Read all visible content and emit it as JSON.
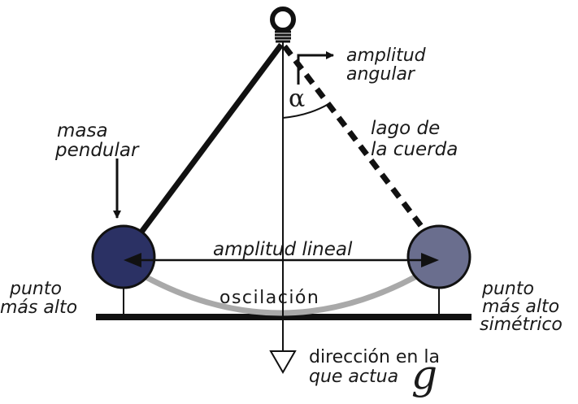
{
  "labels": {
    "amplitude_angular_1": "amplitud",
    "amplitude_angular_2": "angular",
    "alpha": "α",
    "mass_1": "masa",
    "mass_2": "pendular",
    "string_1": "lago de",
    "string_2": "la cuerda",
    "linear_amplitude": "amplitud lineal",
    "oscillation": "oscilación",
    "highest_point_1": "punto",
    "highest_point_2": "más alto",
    "symmetric_point_1": "punto",
    "symmetric_point_2": "más alto",
    "symmetric_point_3": "simétrico",
    "gravity_direction_1": "dirección en la",
    "gravity_direction_2": "que actua",
    "gravity_symbol": "g"
  },
  "colors": {
    "left_mass": "#2b3164",
    "right_mass": "#6a6e8e",
    "arc": "#a9a9a9",
    "lines": "#111111"
  }
}
